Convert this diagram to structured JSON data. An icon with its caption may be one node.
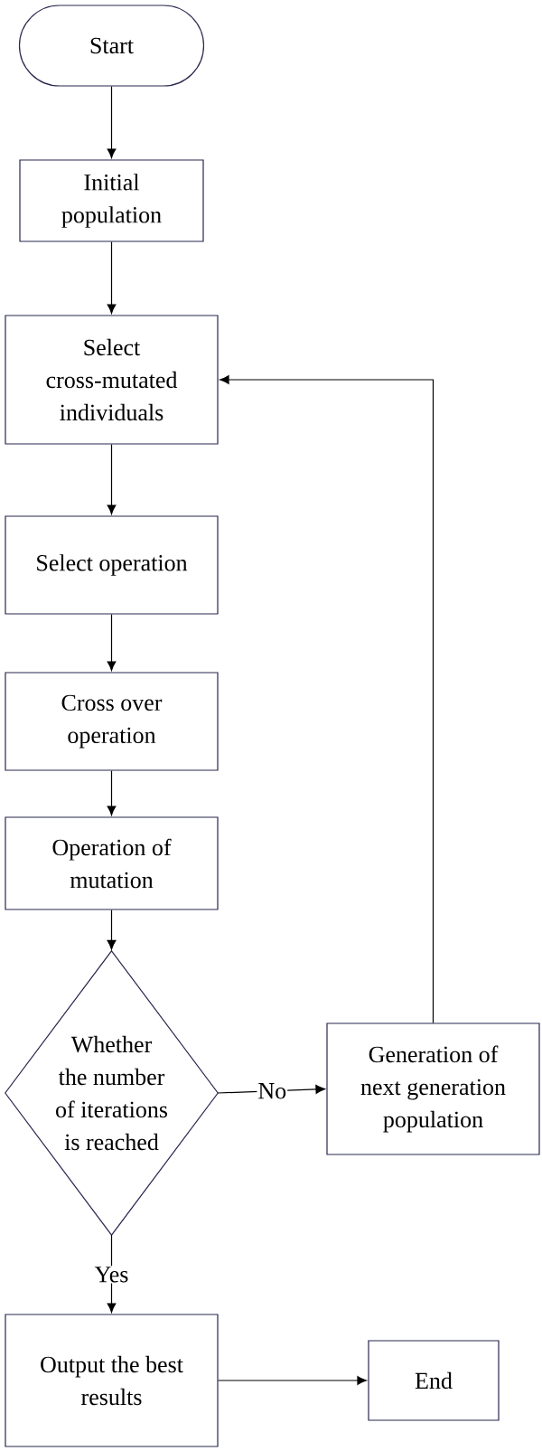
{
  "diagram": {
    "nodes": [
      {
        "text": [
          "Start"
        ]
      },
      {
        "text": [
          "Initial population"
        ]
      },
      {
        "text": [
          "Select cross-mutated individuals"
        ]
      },
      {
        "text": [
          "Select operation"
        ]
      },
      {
        "text": [
          "Cross over operation"
        ]
      },
      {
        "text": [
          "Operation of mutation"
        ]
      },
      {
        "text": [
          "Whether the number of iterations is reached"
        ]
      },
      {
        "text": [
          "Generation of next generation population"
        ]
      },
      {
        "text": [
          "Output the best results"
        ]
      },
      {
        "text": [
          "End"
        ]
      }
    ],
    "edges": [
      {
        "from": 0,
        "to": 1,
        "arrow": "to"
      },
      {
        "from": 1,
        "to": 2,
        "arrow": "to"
      },
      {
        "from": 2,
        "to": 3,
        "arrow": "to"
      },
      {
        "from": 3,
        "to": 4,
        "arrow": "to"
      },
      {
        "from": 4,
        "to": 5,
        "arrow": "to"
      },
      {
        "from": 5,
        "to": 6,
        "arrow": "to"
      },
      {
        "from": 6,
        "to": 7,
        "arrow": "to",
        "label": "No"
      },
      {
        "from": 7,
        "to": 2,
        "arrow": "to"
      },
      {
        "from": 6,
        "to": 8,
        "arrow": "to",
        "label": "Yes"
      },
      {
        "from": 8,
        "to": 9,
        "arrow": "to"
      }
    ]
  }
}
